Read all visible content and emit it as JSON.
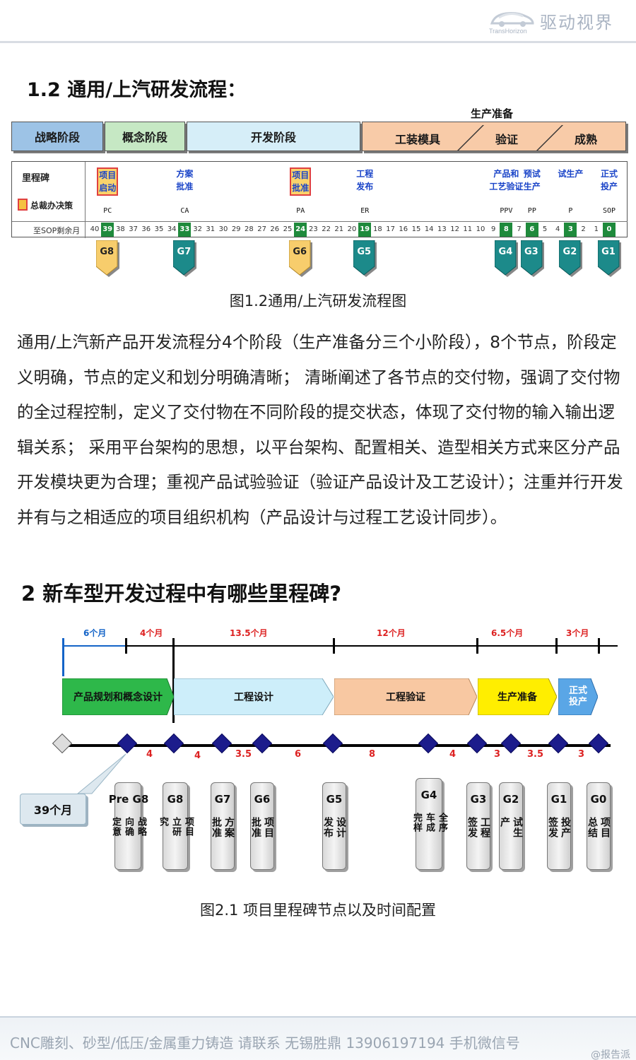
{
  "logo": {
    "cn": "驱动视界",
    "en": "TransHorizon"
  },
  "section1_title": "1.2 通用/上汽研发流程：",
  "fig1": {
    "prep_label": "生产准备",
    "phases": [
      "战略阶段",
      "概念阶段",
      "开发阶段",
      "工装模具",
      "验证",
      "成熟"
    ],
    "milestone_label": "里程碑",
    "legend_label": "总裁办决策",
    "remain_label": "至SOP剩余月",
    "milestones": [
      {
        "name": "项目\n启动",
        "code": "PC",
        "boxed": true
      },
      {
        "name": "方案\n批准",
        "code": "CA",
        "boxed": false
      },
      {
        "name": "项目\n批准",
        "code": "PA",
        "boxed": true
      },
      {
        "name": "工程\n发布",
        "code": "ER",
        "boxed": false
      },
      {
        "name": "产品和\n工艺验证",
        "code": "PPV",
        "boxed": false
      },
      {
        "name": "预试\n生产",
        "code": "PP",
        "boxed": false
      },
      {
        "name": "试生产",
        "code": "P",
        "boxed": false
      },
      {
        "name": "正式\n投产",
        "code": "SOP",
        "boxed": false
      }
    ],
    "months": [
      40,
      39,
      38,
      37,
      36,
      35,
      34,
      33,
      32,
      31,
      30,
      29,
      28,
      27,
      26,
      25,
      24,
      23,
      22,
      21,
      20,
      19,
      18,
      17,
      16,
      15,
      14,
      13,
      12,
      11,
      10,
      9,
      8,
      7,
      6,
      5,
      4,
      3,
      2,
      1,
      0
    ],
    "highlight_months": [
      39,
      33,
      24,
      19,
      8,
      6,
      3,
      0
    ],
    "gates": [
      "G8",
      "G7",
      "G6",
      "G5",
      "G4",
      "G3",
      "G2",
      "G1"
    ],
    "caption": "图1.2通用/上汽研发流程图"
  },
  "paragraph": "通用/上汽新产品开发流程分4个阶段（生产准备分三个小阶段），8个节点，阶段定义明确，节点的定义和划分明确清晰； 清晰阐述了各节点的交付物，强调了交付物的全过程控制，定义了交付物在不同阶段的提交状态，体现了交付物的输入输出逻辑关系； 采用平台架构的思想，以平台架构、配置相关、造型相关方式来区分产品开发模块更为合理；重视产品试验验证（验证产品设计及工艺设计）；注重并行开发并有与之相适应的项目组织机构（产品设计与过程工艺设计同步）。",
  "section2_title": "2 新车型开发过程中有哪些里程碑?",
  "fig2": {
    "durations": [
      "6个月",
      "4个月",
      "13.5个月",
      "12个月",
      "6.5个月",
      "3个月"
    ],
    "stages": [
      "产品规划和概念设计",
      "工程设计",
      "工程验证",
      "生产准备",
      "正式\n投产"
    ],
    "colors": {
      "stage1": "#2eb84a",
      "stage2": "#cdeefa",
      "stage3": "#f8c8a2",
      "stage4": "#ffee00",
      "stage5": "#5aa6e6"
    },
    "gaps": [
      "4",
      "4",
      "3.5",
      "6",
      "8",
      "4",
      "3",
      "3.5",
      "3"
    ],
    "callout": "39个月",
    "gate_boxes": [
      {
        "label": "Pre G8",
        "cols": [
          "战略",
          "向确",
          "定意"
        ]
      },
      {
        "label": "G8",
        "cols": [
          "项目",
          "立研",
          "究"
        ]
      },
      {
        "label": "G7",
        "cols": [
          "方案",
          "批准"
        ]
      },
      {
        "label": "G6",
        "cols": [
          "项目",
          "批准"
        ]
      },
      {
        "label": "G5",
        "cols": [
          "设计",
          "发布"
        ]
      },
      {
        "label": "G4",
        "cols": [
          "全序",
          "车成",
          "完样"
        ]
      },
      {
        "label": "G3",
        "cols": [
          "工程",
          "签发"
        ]
      },
      {
        "label": "G2",
        "cols": [
          "试生",
          "产"
        ]
      },
      {
        "label": "G1",
        "cols": [
          "投产",
          "签发"
        ]
      },
      {
        "label": "G0",
        "cols": [
          "项目",
          "总结"
        ]
      }
    ],
    "caption": "图2.1 项目里程碑节点以及时间配置"
  },
  "footer": {
    "text": "CNC雕刻、砂型/低压/金属重力铸造 请联系 无锡胜鼎 13906197194 手机微信号",
    "watermark": "@报告派"
  }
}
